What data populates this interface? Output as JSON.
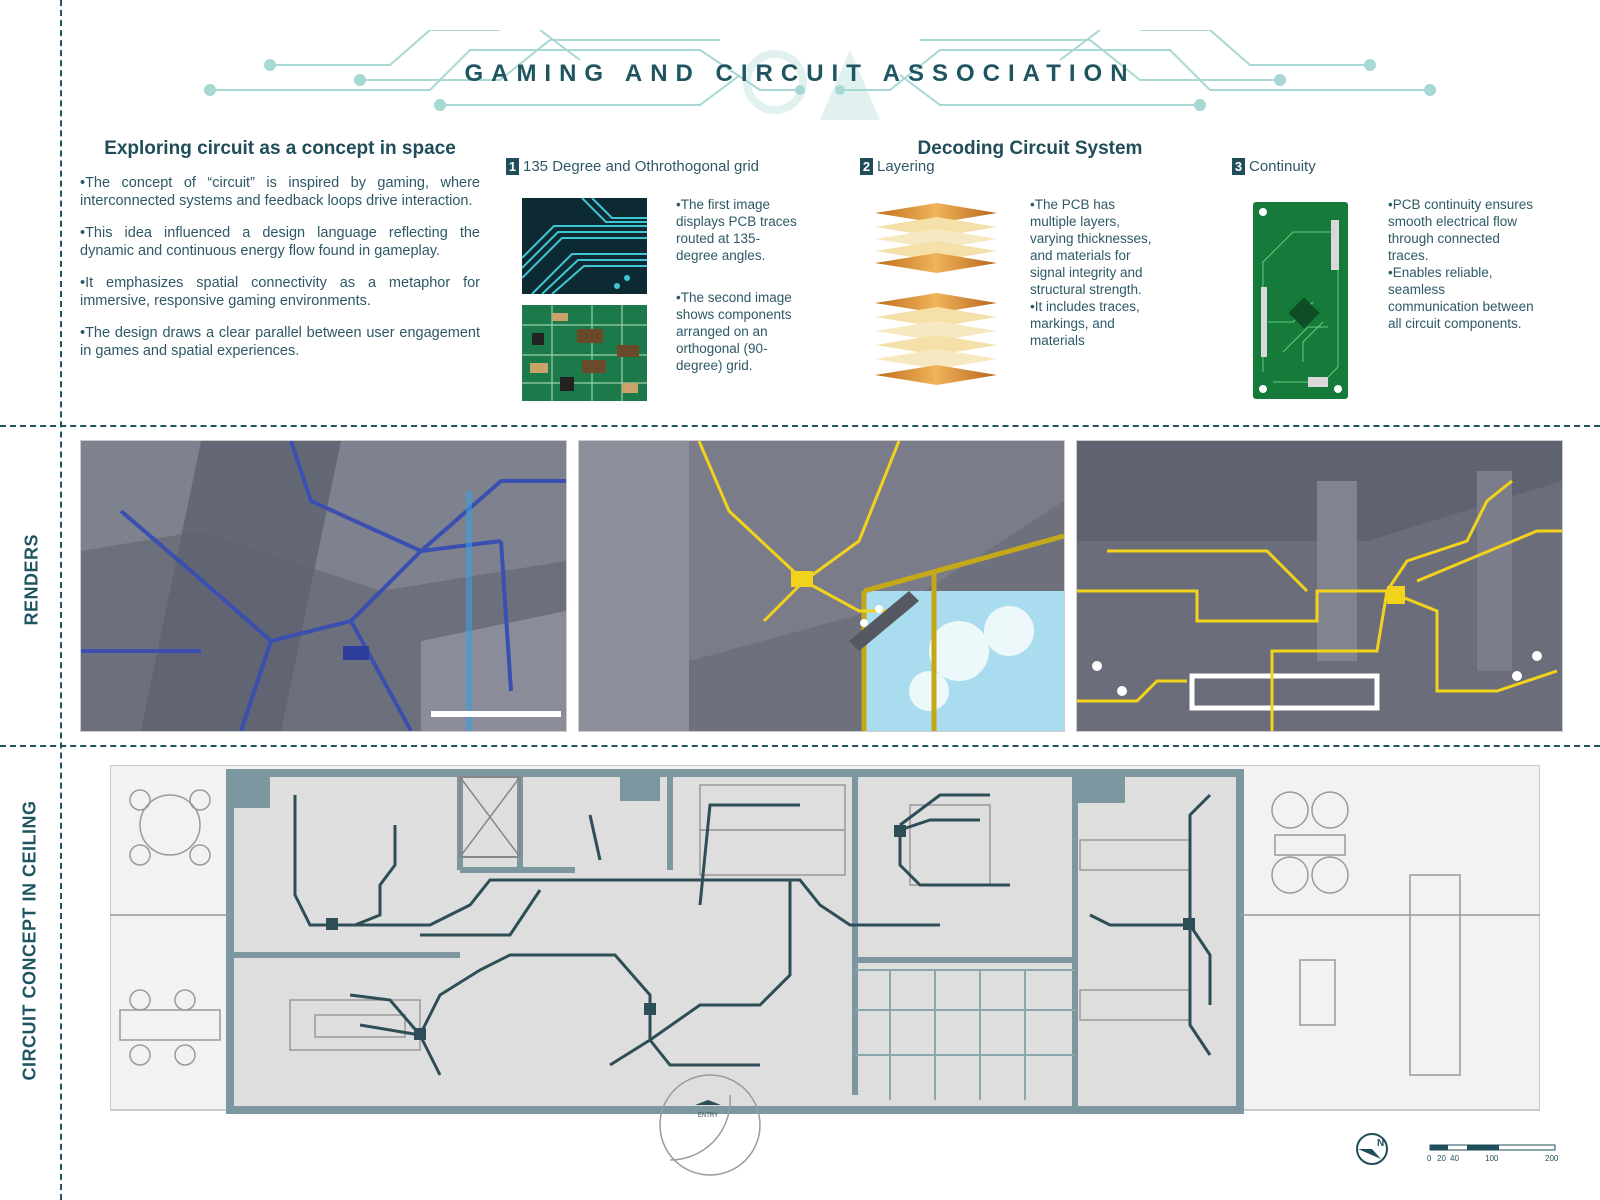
{
  "header": {
    "title": "GAMING AND CIRCUIT ASSOCIATION"
  },
  "concept": {
    "heading": "Exploring circuit as a concept in space",
    "bullets": [
      "•The concept of “circuit” is inspired by gaming, where interconnected systems and feedback loops drive interaction.",
      "•This idea influenced a design language reflecting the dynamic and continuous energy flow found in gameplay.",
      "•It emphasizes spatial connectivity as a metaphor for immersive, responsive gaming environments.",
      "•The design draws a clear parallel between user engagement in games and spatial experiences."
    ]
  },
  "decoding": {
    "heading": "Decoding Circuit System",
    "sections": [
      {
        "num": "1",
        "title": "135 Degree and Othrothogonal grid",
        "notes": [
          "•The first image displays PCB traces routed at 135-degree angles.",
          "•The second image shows components arranged on an orthogonal (90-degree) grid."
        ]
      },
      {
        "num": "2",
        "title": "Layering",
        "notes": [
          "•The PCB has multiple layers, varying thicknesses, and materials for signal integrity and structural strength.",
          "•It includes traces, markings, and materials"
        ]
      },
      {
        "num": "3",
        "title": "Continuity",
        "notes": [
          "•PCB continuity ensures smooth electrical flow through connected traces.",
          "•Enables reliable, seamless communication between all circuit components."
        ]
      }
    ]
  },
  "side_labels": {
    "renders": "RENDERS",
    "ceiling": "CIRCUIT CONCEPT IN CEILING"
  },
  "plan": {
    "entry_label": "ENTRY",
    "north_label": "N",
    "scale_labels": [
      "0",
      "20",
      "40",
      "100",
      "200"
    ]
  },
  "colors": {
    "accent": "#1f4e5a",
    "circuit_teal": "#a8d8d4",
    "trace_yellow": "#f2d21b",
    "trace_blue": "#3a4fb0"
  }
}
